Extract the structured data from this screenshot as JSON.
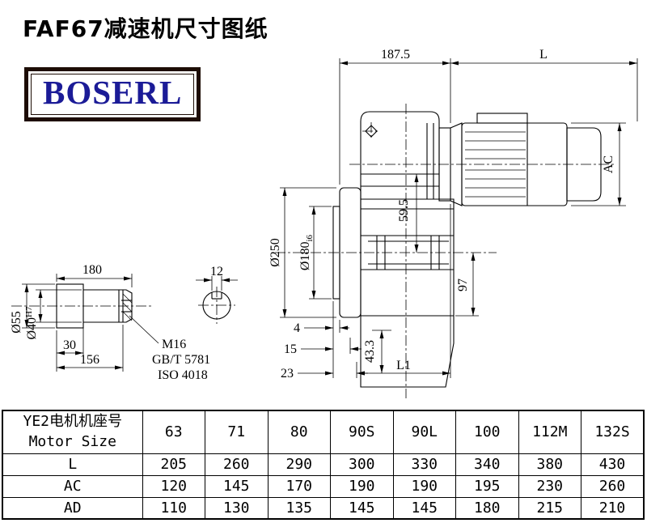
{
  "page": {
    "title": "FAF67减速机尺寸图纸"
  },
  "logo": {
    "text": "BOSERL",
    "text_color": "#1b1b97",
    "border_color": "#1d0d05"
  },
  "drawing": {
    "top_dim": "187.5",
    "motor_len": "L",
    "motor_ac": "AC",
    "flange_d": "Ø250",
    "spigot_d": "Ø180",
    "spigot_tol": "i6",
    "offset_59": "59.5",
    "height_97": "97",
    "dim_4": "4",
    "dim_15": "15",
    "dim_23": "23",
    "dim_l1": "L1",
    "dim_43": "43.3",
    "shaft_len": "180",
    "key_w": "12",
    "shaft_od": "Ø55",
    "bore_d": "Ø40",
    "bore_tol": "H7",
    "dim_30": "30",
    "dim_156": "156",
    "thread": "M16",
    "std_1": "GB/T 5781",
    "std_2": "ISO 4018"
  },
  "table": {
    "header_cn": "YE2电机机座号",
    "header_en": "Motor Size",
    "sizes": [
      "63",
      "71",
      "80",
      "90S",
      "90L",
      "100",
      "112M",
      "132S"
    ],
    "rows": [
      {
        "label": "L",
        "values": [
          "205",
          "260",
          "290",
          "300",
          "330",
          "340",
          "380",
          "430"
        ]
      },
      {
        "label": "AC",
        "values": [
          "120",
          "145",
          "170",
          "190",
          "190",
          "195",
          "230",
          "260"
        ]
      },
      {
        "label": "AD",
        "values": [
          "110",
          "130",
          "135",
          "145",
          "145",
          "180",
          "215",
          "210"
        ]
      }
    ]
  }
}
